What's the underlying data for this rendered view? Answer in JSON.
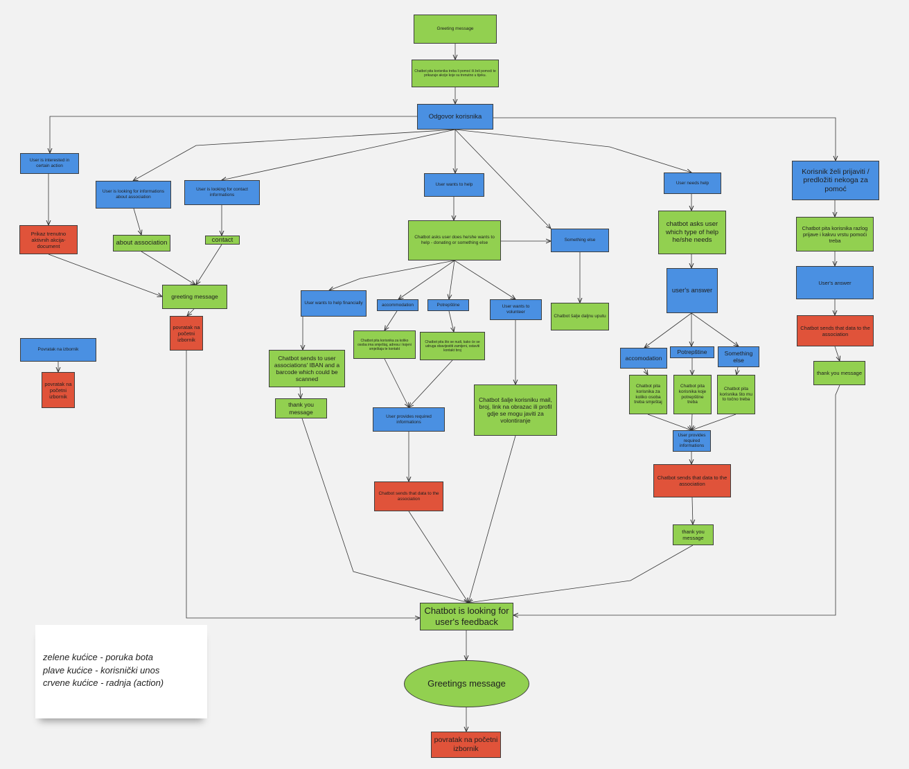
{
  "nodes": {
    "greeting_top": "Greeting message",
    "bot_asks_help": "Chatbot pita korisnika treba li pomoć ili želi pomoći te prikazuje akcije koje su trenutno u tijeku.",
    "odgovor": "Odgovor korisnika",
    "interested_action": "User is interested in certain action",
    "looking_info": "User is looking for informations about association",
    "looking_contact": "User is looking for contact informations",
    "wants_help": "User wants to help",
    "needs_help": "User needs help",
    "korisnik_prijaviti": "Korisnik želi prijaviti / predložiti nekoga za pomoć",
    "prikaz_akcija": "Prikaz trenutno aktivnih akcija- document",
    "about_association": "about association",
    "contact": "contact",
    "greeting_message_mid": "greeting message",
    "povratak_mid": "povratak na početni izbornik",
    "povratak_button": "Povratak na izbornik",
    "povratak_left": "povratak na početni izbornik",
    "asks_donate": "Chatbot asks user does he/she wants to help - donating or something else",
    "something_else_top": "Something else",
    "salje_dalje": "Chatbot šalje daljnu uputu",
    "help_financially": "User wants to help financially",
    "accommodation_left": "accommodation",
    "potrepstine_left": "Potrepštine",
    "volunteer": "User wants to volunteer",
    "iban": "Chatbot sends to user associations' IBAN and a barcode which could be scanned",
    "thank_you_left": "thank you message",
    "pita_osoba_left": "Chatbot pita korisnika za koliko osoba ima smještaj, adresu i kojeni smještaja te kontakt",
    "sto_se_nudi": "Chatbot pita što se nudi, kako će se udruga obavijestiti zamijeni, ostaviti kontakt broj",
    "provides_mid": "User provides required informations",
    "salje_mail": "Chatbot šalje korisniku mail, broj, link na obrazac ili profil gdje se mogu javiti za volontiranje",
    "sends_data_mid": "Chatbot sends that data to the association",
    "asks_type": "chatbot asks user which type of help he/she needs",
    "users_answer": "user's answer",
    "accomodation_right": "accomodation",
    "potrepstine_right": "Potrepštine",
    "something_else_right": "Something else",
    "pita_osoba_right": "Chatbot pita korisnika za koliko osoba treba smještaj",
    "pita_potrepstine": "Chatbot pita korisnika koje potrepštine treba",
    "pita_sto": "Chatbot pita korisnika što mu to točno treba",
    "provides_right": "User provides required informations",
    "sends_data_right": "Chatbot sends that data to the association",
    "thank_you_right": "thank you message",
    "pita_razlog": "Chatbot pita korisnika razlog prijave i kakvu vrstu pomoći treba",
    "users_answer_far": "User's answer",
    "sends_data_far": "Chatbot sends that data to the association",
    "thank_you_far": "thank you message",
    "feedback": "Chatbot is looking for user's feedback",
    "greetings_message": "Greetings message",
    "povratak_bottom": "povratak na početni izbornik"
  },
  "legend": {
    "line1": "zelene kućice - poruka bota",
    "line2": "plave kućice - korisnički unos",
    "line3": "crvene kućice - radnja (action)"
  },
  "colors": {
    "green": "#92d050",
    "blue": "#4a90e2",
    "red": "#e0533a",
    "background": "#f2f2f2"
  }
}
